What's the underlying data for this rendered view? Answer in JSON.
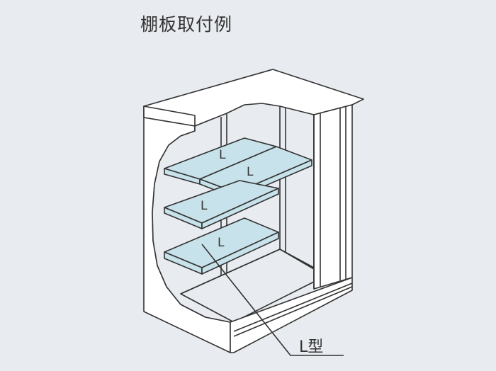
{
  "diagram": {
    "title": "棚板取付例",
    "shelf_labels": [
      "L",
      "L",
      "L",
      "L"
    ],
    "type_label": "L型"
  },
  "colors": {
    "background": "#e8ebef",
    "cabinet_fill": "#ffffff",
    "interior_fill": "#e8ebef",
    "shelf_fill": "#c7e2ea",
    "line": "#333333"
  }
}
